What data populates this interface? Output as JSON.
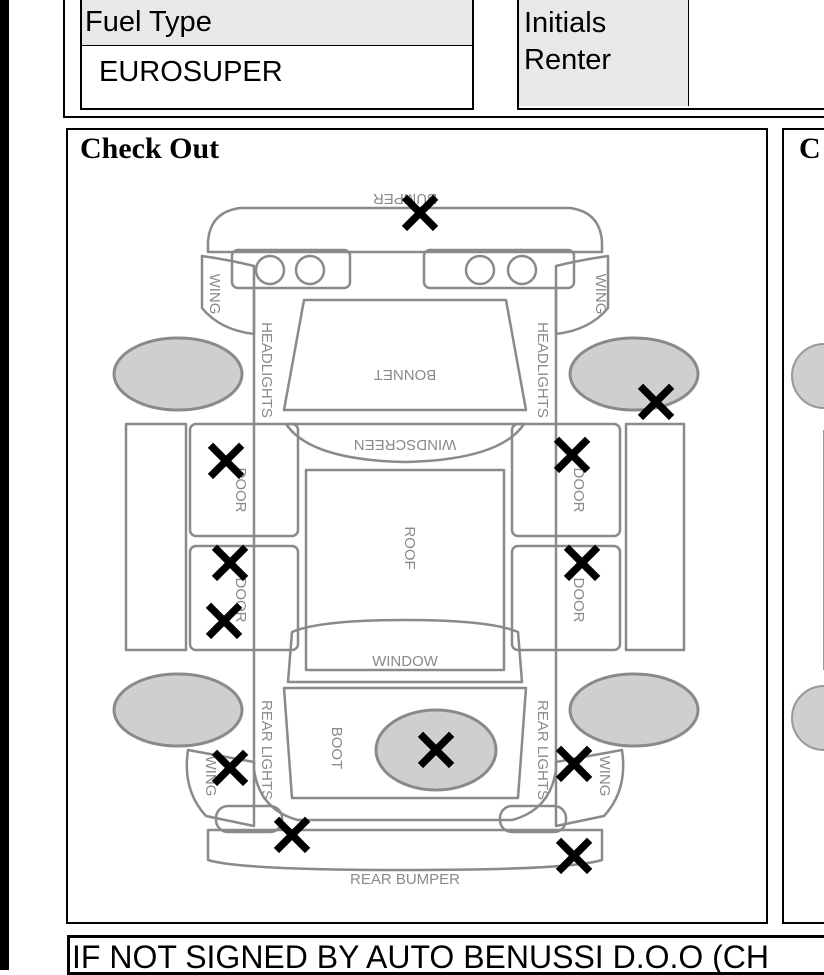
{
  "fuel": {
    "label": "Fuel Type",
    "value": "EUROSUPER"
  },
  "initials": {
    "label_line1": "Initials",
    "label_line2": "Renter"
  },
  "check_out": {
    "title": "Check Out",
    "diagram_labels": {
      "bumper": "BUMPER",
      "wing": "WING",
      "headlights": "HEADLIGHTS",
      "bonnet": "BONNET",
      "windscreen": "WINDSCREEN",
      "door": "DOOR",
      "roof": "ROOF",
      "window": "WINDOW",
      "rear_lights": "REAR LIGHTS",
      "boot": "BOOT",
      "rear_bumper": "REAR BUMPER"
    },
    "damage_mark": "✕"
  },
  "check_in": {
    "title_fragment": "C"
  },
  "footer_text": "IF NOT SIGNED BY AUTO BENUSSI D.O.O (CH"
}
